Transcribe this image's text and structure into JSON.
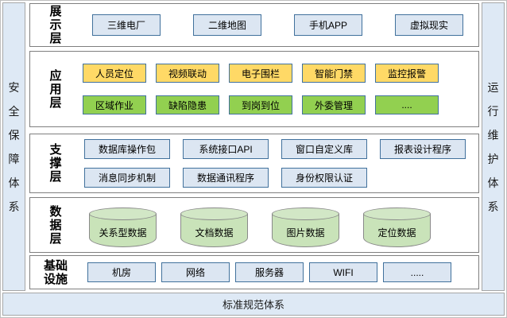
{
  "pillars": {
    "left": "安全保障体系",
    "right": "运行维护体系",
    "bottom": "标准规范体系"
  },
  "layers": [
    {
      "label": "展示层",
      "rows": [
        [
          "三维电厂",
          "二维地图",
          "手机APP",
          "虚拟现实"
        ]
      ]
    },
    {
      "label": "应用层",
      "rows": [
        [
          "人员定位",
          "视频联动",
          "电子围栏",
          "智能门禁",
          "监控报警"
        ],
        [
          "区域作业",
          "缺陷隐患",
          "到岗到位",
          "外委管理",
          "...."
        ]
      ]
    },
    {
      "label": "支撑层",
      "rows": [
        [
          "数据库操作包",
          "系统接口API",
          "窗口自定义库",
          "报表设计程序"
        ],
        [
          "消息同步机制",
          "数据通讯程序",
          "身份权限认证"
        ]
      ]
    },
    {
      "label": "数据层",
      "rows": [
        [
          "关系型数据",
          "文档数据",
          "图片数据",
          "定位数据"
        ]
      ]
    },
    {
      "label": "基础设施",
      "rows": [
        [
          "机房",
          "网络",
          "服务器",
          "WIFI",
          "....."
        ]
      ]
    }
  ],
  "colors": {
    "app_row1_yellow": "#FFD966",
    "app_row2_green": "#92D050",
    "box_blue_fill": "#DCE6F2",
    "box_border_blue": "#41719C",
    "cylinder_green_fill": "#C9E3B9",
    "pillar_blue_fill": "#DEE9F5",
    "pillar_border_gray": "#A6A6A6",
    "layer_border_gray": "#7F7F7F"
  }
}
